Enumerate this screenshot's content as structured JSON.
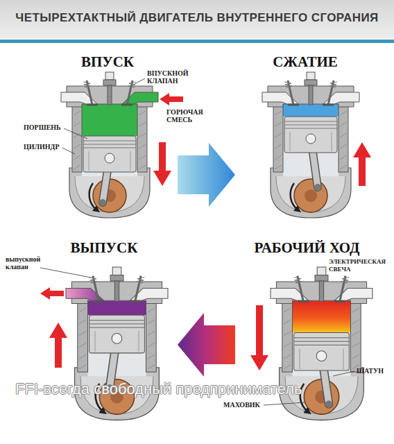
{
  "diagram": {
    "title": "ЧЕТЫРЕХТАКТНЫЙ ДВИГАТЕЛЬ ВНУТРЕННЕГО СГОРАНИЯ",
    "nodes": [
      {
        "text": [
          "ВПУСК"
        ]
      },
      {
        "text": [
          "СЖАТИЕ"
        ]
      },
      {
        "text": [
          "ВЫПУСК"
        ]
      },
      {
        "text": [
          "РАБОЧИЙ ХОД"
        ]
      }
    ],
    "edges": [
      {
        "from": 0,
        "to": 1,
        "arrow": "to"
      },
      {
        "from": 3,
        "to": 2,
        "arrow": "to"
      }
    ],
    "labels": [
      "ВПУСКНОЙ КЛАПАН",
      "ГОРЮЧАЯ СМЕСЬ",
      "ПОРШЕНЬ",
      "ЦИЛИНДР",
      "ЭЛЕКТРИЧЕСКАЯ СВЕЧА",
      "выпускной клапан",
      "ШАТУН",
      "МАХОВИК",
      "FFI-всегда свободный предприниматель"
    ]
  }
}
